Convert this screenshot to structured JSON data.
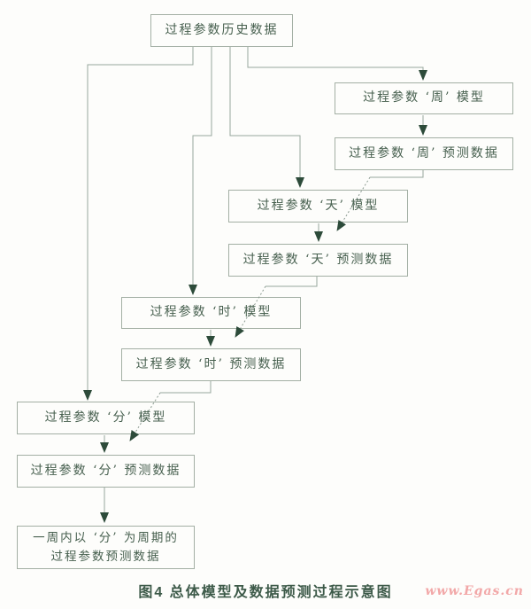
{
  "figure": {
    "caption": "图4  总体模型及数据预测过程示意图",
    "watermark": "www.Egas.cn"
  },
  "colors": {
    "box_border": "#a3afa4",
    "box_text": "#47604f",
    "connector_line": "#97a69c",
    "arrowhead": "#2d4b3a",
    "caption_text": "#3d5a49",
    "watermark_pink": "#f2a8a8",
    "background": "#fdfdfb"
  },
  "nodes": {
    "history": {
      "label": "过程参数历史数据"
    },
    "week_model": {
      "label": "过程参数 ‘周’ 模型"
    },
    "week_data": {
      "label": "过程参数 ‘周’ 预测数据"
    },
    "day_model": {
      "label": "过程参数 ‘天’ 模型"
    },
    "day_data": {
      "label": "过程参数 ‘天’ 预测数据"
    },
    "hour_model": {
      "label": "过程参数 ‘时’ 模型"
    },
    "hour_data": {
      "label": "过程参数 ‘时’ 预测数据"
    },
    "min_model": {
      "label": "过程参数 ‘分’ 模型"
    },
    "min_data": {
      "label": "过程参数 ‘分’ 预测数据"
    },
    "final": {
      "line1": "一周内以 ‘分’ 为周期的",
      "line2": "过程参数预测数据"
    }
  },
  "edges": [
    {
      "from": "history",
      "to": "week_model",
      "style": "solid"
    },
    {
      "from": "history",
      "to": "day_model",
      "style": "solid"
    },
    {
      "from": "history",
      "to": "hour_model",
      "style": "solid"
    },
    {
      "from": "history",
      "to": "min_model",
      "style": "solid"
    },
    {
      "from": "week_model",
      "to": "week_data",
      "style": "solid"
    },
    {
      "from": "day_model",
      "to": "day_data",
      "style": "solid"
    },
    {
      "from": "hour_model",
      "to": "hour_data",
      "style": "solid"
    },
    {
      "from": "min_model",
      "to": "min_data",
      "style": "solid"
    },
    {
      "from": "week_data",
      "to": "day_data",
      "style": "dotted"
    },
    {
      "from": "day_data",
      "to": "hour_data",
      "style": "dotted"
    },
    {
      "from": "hour_data",
      "to": "min_data",
      "style": "dotted"
    },
    {
      "from": "min_data",
      "to": "final",
      "style": "solid"
    }
  ]
}
